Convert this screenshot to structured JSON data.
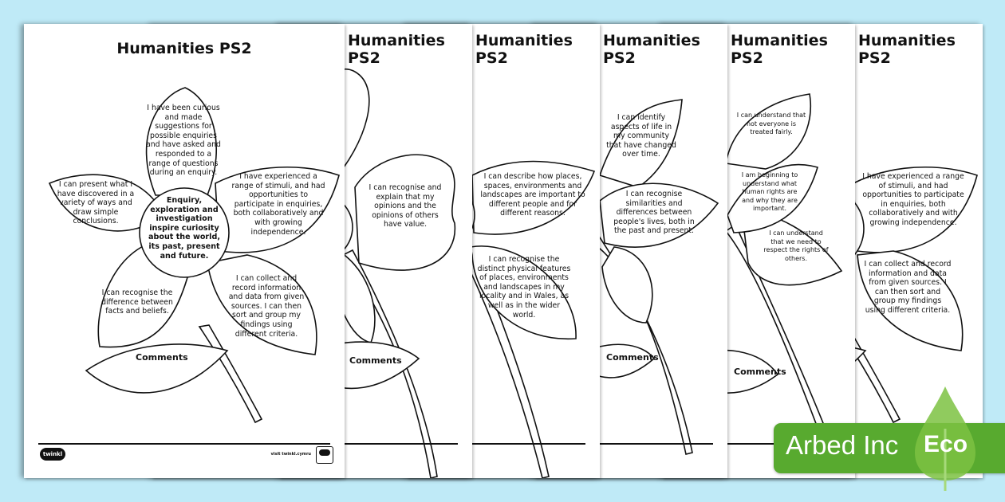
{
  "worksheet_title": "Humanities PS2",
  "comments_label": "Comments",
  "footer": {
    "logo": "twinkl",
    "visit": "visit twinkl.cymru"
  },
  "page1": {
    "centre": "Enquiry, exploration and investigation inspire curiosity about the world, its past, present and future.",
    "petal_top": "I have been curious and made suggestions for possible enquiries and have asked and responded to a range of questions during an enquiry.",
    "petal_left": "I can present what I have discovered in a variety of ways and draw simple conclusions.",
    "petal_right": "I have experienced a range of stimuli, and had opportunities to participate in enquiries, both collaboratively and with growing independence.",
    "petal_bottom_left": "I can recognise the difference between facts and beliefs.",
    "petal_bottom_right": "I can collect and record information and data from given sources. I can then sort and group my findings using different criteria."
  },
  "page2": {
    "petal_right": "I can recognise and explain that my opinions and the opinions of others have value."
  },
  "page3": {
    "petal_right": "I can describe how places, spaces, environments and landscapes are important to different people and for different reasons.",
    "petal_bottom_right": "I can recognise the distinct physical features of places, environments and landscapes in my locality and in Wales, as well as in the wider world."
  },
  "page4": {
    "petal_top": "I can identify aspects of life in my community that have changed over time.",
    "petal_right": "I can recognise similarities and differences between people's lives, both in the past and present."
  },
  "page5": {
    "petal_top": "I can understand that not everyone is treated fairly.",
    "petal_middle": "I am beginning to understand what human rights are and why they are important.",
    "petal_bottom_right": "I can understand that we need to respect the rights of others."
  },
  "brand": {
    "name": "Arbed Inc",
    "tag": "Eco",
    "color": "#58aa2f",
    "leaf_color": "#7cc242"
  }
}
